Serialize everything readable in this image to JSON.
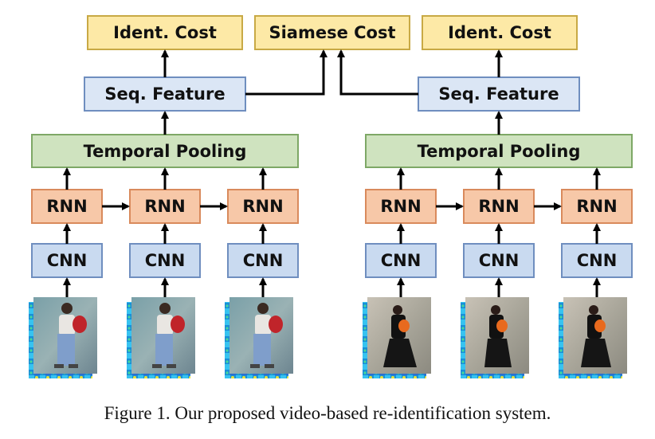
{
  "boxes": {
    "ident_cost": "Ident. Cost",
    "siamese_cost": "Siamese Cost",
    "seq_feature": "Seq. Feature",
    "temporal_pooling": "Temporal Pooling",
    "rnn": "RNN",
    "cnn": "CNN"
  },
  "caption": "Figure 1. Our proposed video-based re-identification system.",
  "colors": {
    "cost_fill": "#fde9a6",
    "cost_stroke": "#c8a945",
    "feature_fill": "#dbe6f5",
    "feature_stroke": "#6f8ebf",
    "pooling_fill": "#cfe3bf",
    "pooling_stroke": "#7ea866",
    "rnn_fill": "#f7c8a8",
    "rnn_stroke": "#d98a5c",
    "cnn_fill": "#c9daf0",
    "cnn_stroke": "#6f8ebf"
  }
}
